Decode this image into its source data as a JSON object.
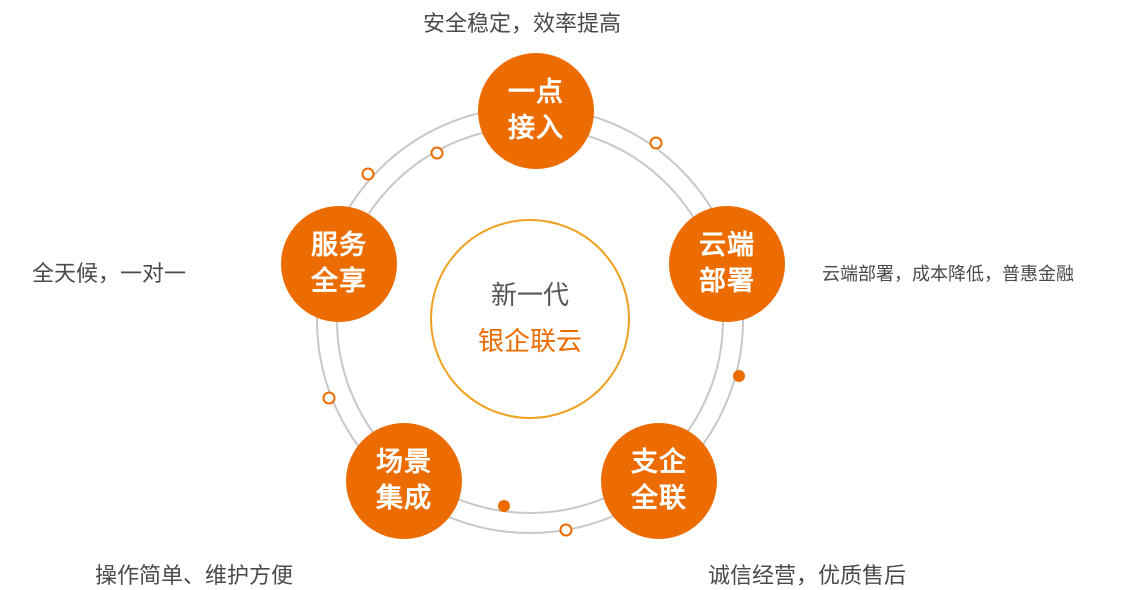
{
  "center": {
    "line1": "新一代",
    "line2": "银企联云"
  },
  "nodes": {
    "top": {
      "line1": "一点",
      "line2": "接入"
    },
    "right": {
      "line1": "云端",
      "line2": "部署"
    },
    "bottom_right": {
      "line1": "支企",
      "line2": "全联"
    },
    "bottom_left": {
      "line1": "场景",
      "line2": "集成"
    },
    "left": {
      "line1": "服务",
      "line2": "全享"
    }
  },
  "captions": {
    "top": "安全稳定，效率提高",
    "right": "云端部署，成本降低，普惠金融",
    "bottom_right": "诚信经营，优质售后",
    "bottom_left": "操作简单、维护方便",
    "left": "全天候，一对一"
  },
  "colors": {
    "accent": "#ec6c00",
    "ring": "#c8c8c8",
    "center_ring": "#f0a020",
    "text": "#4a4a4a"
  }
}
